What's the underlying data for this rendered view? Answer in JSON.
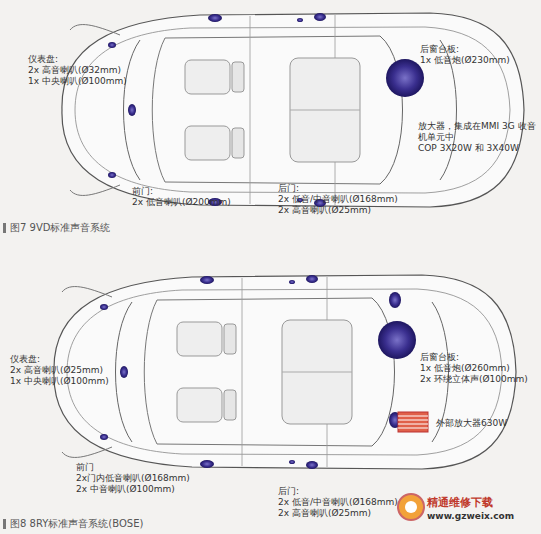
{
  "diagram": {
    "labels": [
      "仪表盘:",
      "2x 高音喇叭(Ø32mm)",
      "1x 中央喇叭(Ø100mm)",
      "后窗台板:",
      "1x 低音炮(Ø230mm)",
      "放大器，集成在MMI 3G 收音机单元中",
      "COP 3X20W 和 3X40W",
      "前门:",
      "2x 低音喇叭(Ø200mm)",
      "后门:",
      "2x 低音/中音喇叭(Ø168mm)",
      "2x 高音喇叭(Ø25mm)",
      "图7  9VD标准声音系统",
      "仪表盘:",
      "2x 高音喇叭(Ø25mm)",
      "1x 中央喇叭(Ø100mm)",
      "后窗台板:",
      "1x 低音炮(Ø260mm)",
      "2x 环绕立体声(Ø100mm)",
      "外部放大器630W",
      "前门",
      "2x门内低音喇叭(Ø168mm)",
      "2x 中音喇叭(Ø100mm)",
      "后门:",
      "2x 低音/中音喇叭(Ø168mm)",
      "2x 高音喇叭(Ø25mm)",
      "图8  8RY标准声音系统(BOSE)",
      "精通维修下载",
      "www.gzweix.com"
    ]
  }
}
